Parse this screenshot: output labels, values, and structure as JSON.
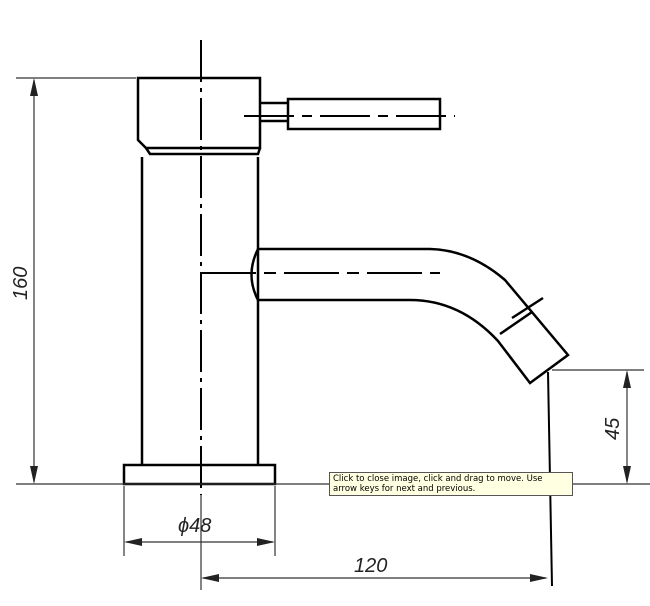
{
  "dimensions": {
    "height": "160",
    "diameter": "ϕ48",
    "reach": "120",
    "spout_height": "45"
  },
  "tooltip": {
    "text": "Click to close image, click and drag to move. Use arrow keys for next and previous."
  },
  "colors": {
    "outline": "#000000",
    "dimension_line": "#333333",
    "tooltip_bg": "#ffffe1"
  }
}
